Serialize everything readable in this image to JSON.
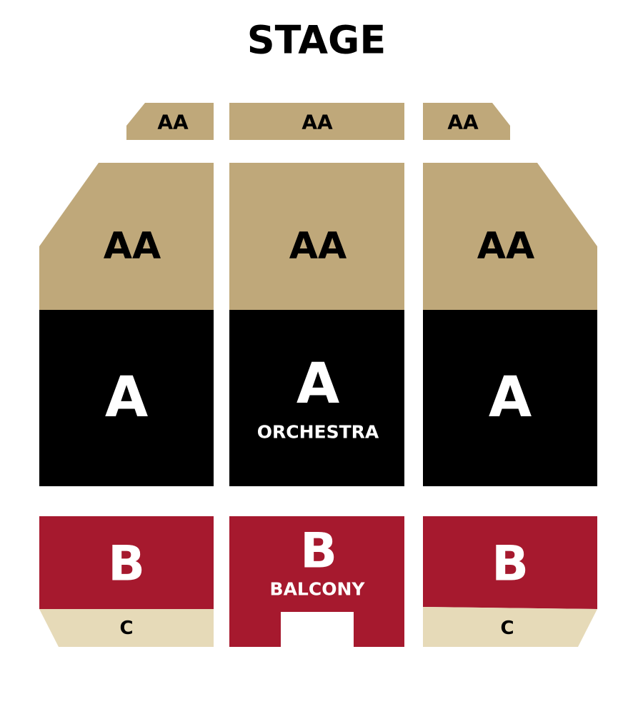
{
  "stage_label": "STAGE",
  "colors": {
    "aa": "#bfa87a",
    "a": "#000000",
    "b": "#a6192e",
    "c": "#e6dab8",
    "text_dark": "#000000",
    "text_light": "#ffffff"
  },
  "sections": {
    "aa_front_left": {
      "label": "AA"
    },
    "aa_front_center": {
      "label": "AA"
    },
    "aa_front_right": {
      "label": "AA"
    },
    "aa_left": {
      "label": "AA"
    },
    "aa_center": {
      "label": "AA"
    },
    "aa_right": {
      "label": "AA"
    },
    "a_left": {
      "label": "A"
    },
    "a_center": {
      "label": "A",
      "sublabel": "ORCHESTRA"
    },
    "a_right": {
      "label": "A"
    },
    "b_left": {
      "label": "B"
    },
    "b_center": {
      "label": "B",
      "sublabel": "BALCONY"
    },
    "b_right": {
      "label": "B"
    },
    "c_left": {
      "label": "C"
    },
    "c_right": {
      "label": "C"
    }
  }
}
